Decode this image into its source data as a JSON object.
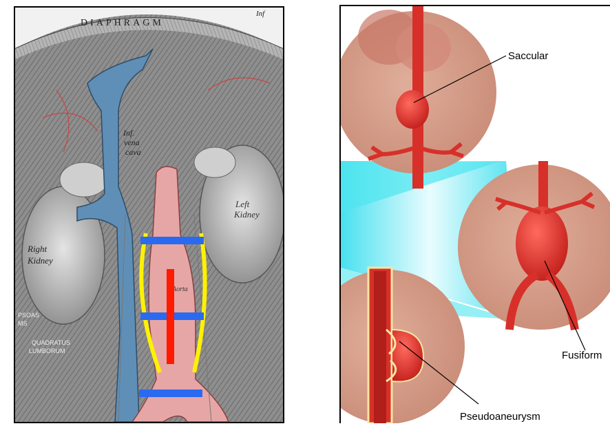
{
  "left_panel": {
    "labels": {
      "top": "DIAPHRAGM",
      "ivc": [
        "Inf.",
        "vena",
        "cava"
      ],
      "left_kidney": [
        "Left",
        "Kidney"
      ],
      "right_kidney": [
        "Right",
        "Kidney"
      ],
      "aorta": "Aorta",
      "psoas": [
        "PSOAS",
        "MS"
      ],
      "quadratus": [
        "QUADRATUS",
        "LUMBORUM"
      ],
      "corner": "Inf"
    },
    "marker_colors": {
      "blue_bars": "#2a6af0",
      "red_bar": "#ff1a00",
      "yellow_outline": "#fff200"
    }
  },
  "right_panel": {
    "labels": {
      "saccular": "Saccular",
      "fusiform": "Fusiform",
      "pseudoaneurysm": "Pseudoaneurysm"
    },
    "colors": {
      "circle": "#d49a86",
      "vessel": "#e0302c",
      "beam": "#4fe6f0"
    }
  }
}
